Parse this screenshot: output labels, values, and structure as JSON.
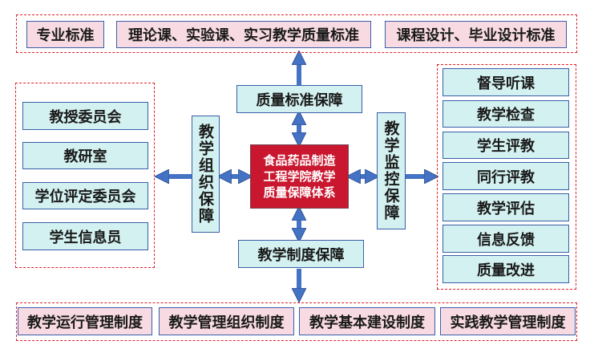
{
  "title": "食品药品制造工程学院教学质量保障体系",
  "center": {
    "lines": [
      "食品药品制造",
      "工程学院教学",
      "质量保障体系"
    ]
  },
  "pillars": {
    "top": "质量标准保障",
    "bottom": "教学制度保障",
    "left": "教学组织保障",
    "right": "教学监控保障"
  },
  "top_group": {
    "items": [
      "专业标准",
      "理论课、实验课、实习教学质量标准",
      "课程设计、毕业设计标准"
    ]
  },
  "left_group": {
    "items": [
      "教授委员会",
      "教研室",
      "学位评定委员会",
      "学生信息员"
    ]
  },
  "right_group": {
    "items": [
      "督导听课",
      "教学检查",
      "学生评教",
      "同行评教",
      "教学评估",
      "信息反馈",
      "质量改进"
    ]
  },
  "bottom_group": {
    "items": [
      "教学运行管理制度",
      "教学管理组织制度",
      "教学基本建设制度",
      "实践教学管理制度"
    ]
  },
  "colors": {
    "center_fill": "#c8172f",
    "pink_fill": "#f8dbe2",
    "cyan_fill": "#d3f1f0",
    "box_border": "#3a5ea8",
    "arrow": "#4472c4",
    "dashed_border": "#e0202a"
  }
}
